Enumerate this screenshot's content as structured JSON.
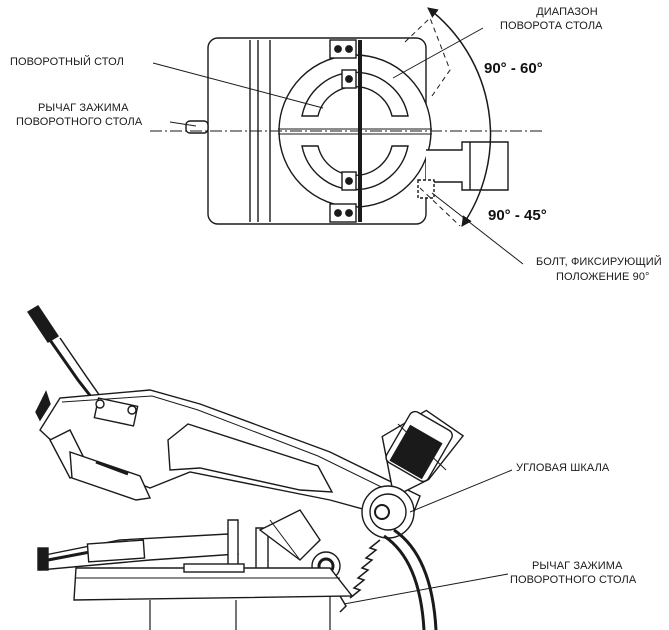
{
  "labels": {
    "range_line1": "ДИАПАЗОН",
    "range_line2": "ПОВОРОТА СТОЛА",
    "angle_top": "90° - 60°",
    "rotary_table": "ПОВОРОТНЫЙ СТОЛ",
    "clamp_lever_top_line1": "РЫЧАГ ЗАЖИМА",
    "clamp_lever_top_line2": "ПОВОРОТНОГО СТОЛА",
    "angle_bottom": "90° - 45°",
    "bolt_line1": "БОЛТ, ФИКСИРУЮЩИЙ",
    "bolt_line2": "ПОЛОЖЕНИЕ 90°",
    "angle_scale": "УГЛОВАЯ ШКАЛА",
    "clamp_lever_bottom_line1": "РЫЧАГ ЗАЖИМА",
    "clamp_lever_bottom_line2": "ПОВОРОТНОГО СТОЛА"
  },
  "colors": {
    "ink": "#1a1a1a",
    "fill": "#ffffff",
    "grey": "#777777"
  }
}
